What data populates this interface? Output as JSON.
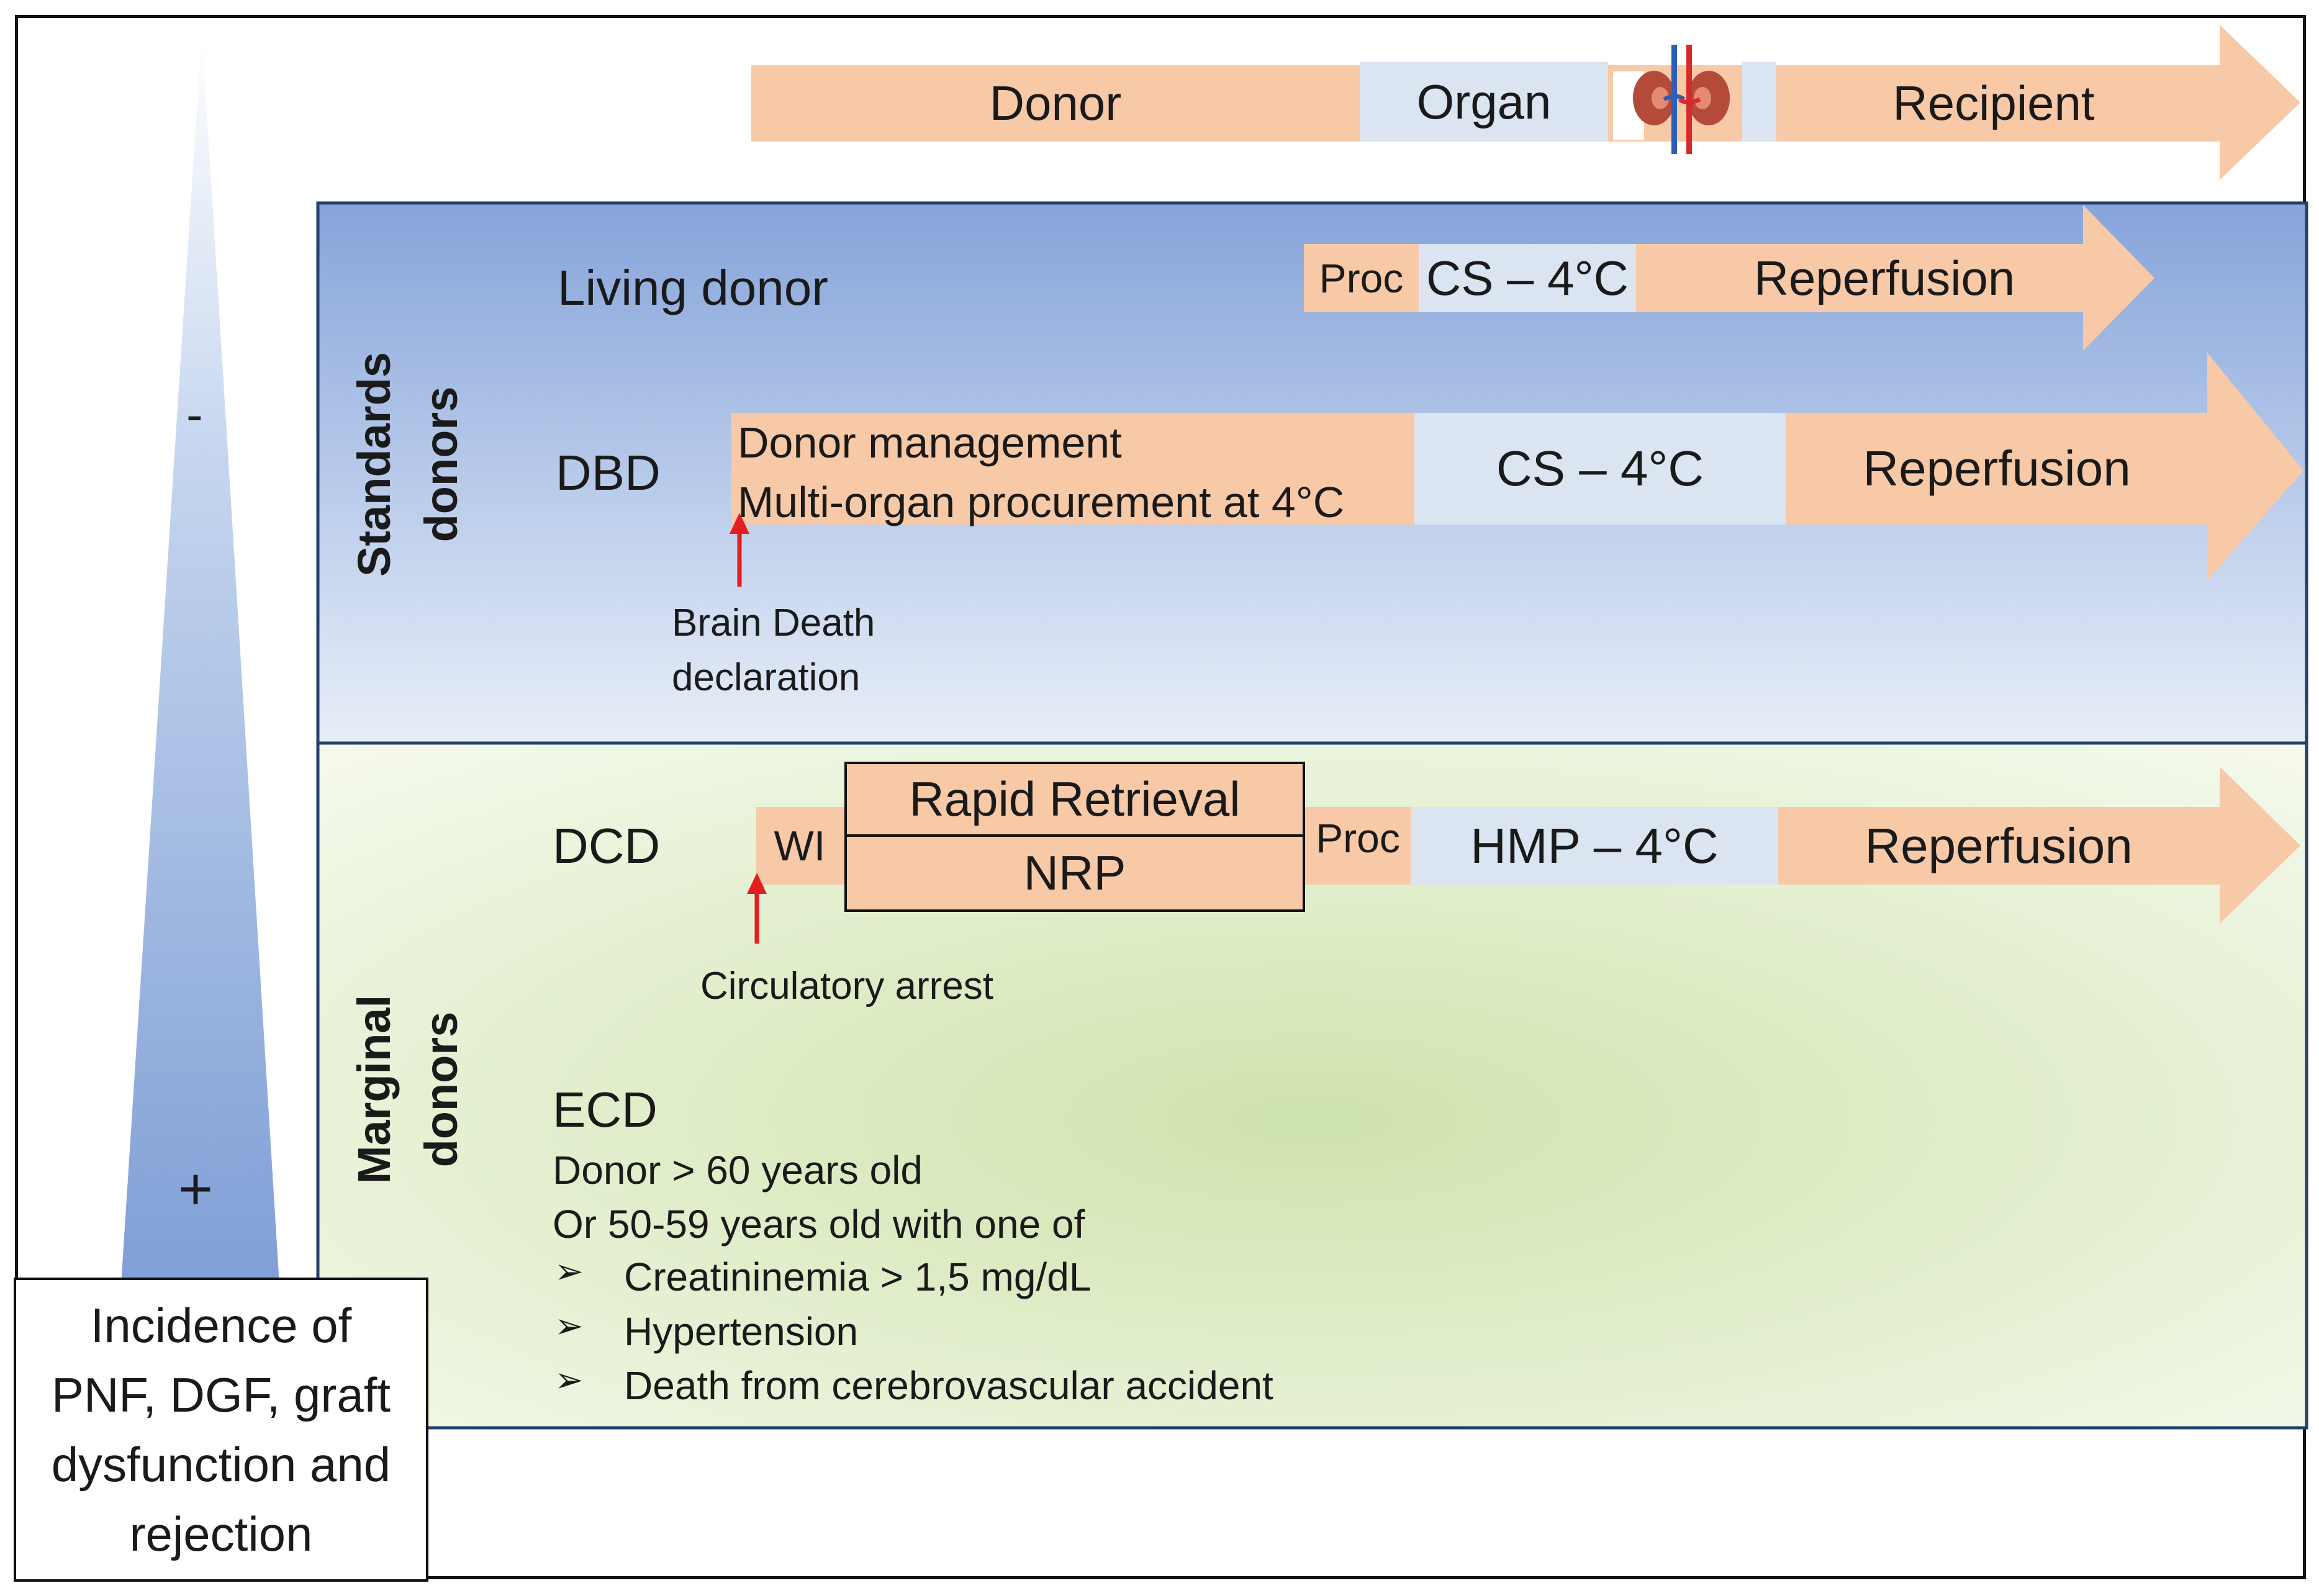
{
  "flow_header": {
    "donor": "Donor",
    "organ": "Organ",
    "recipient": "Recipient"
  },
  "incidence_axis": {
    "minus_sign": "-",
    "plus_sign": "+",
    "label": "Incidence of PNF, DGF, graft dysfunction and rejection",
    "label_lines": [
      "Incidence of",
      "PNF, DGF, graft",
      "dysfunction and",
      "rejection"
    ]
  },
  "standard_donors": {
    "section_label_lines": [
      "Standards",
      "donors"
    ],
    "living_donor": {
      "label": "Living donor",
      "proc": "Proc",
      "storage": "CS – 4°C",
      "reperfusion": "Reperfusion"
    },
    "dbd": {
      "label": "DBD",
      "management_lines": [
        "Donor management",
        "Multi-organ procurement at 4°C"
      ],
      "storage": "CS – 4°C",
      "reperfusion": "Reperfusion",
      "event_lines": [
        "Brain Death",
        "declaration"
      ]
    }
  },
  "marginal_donors": {
    "section_label_lines": [
      "Marginal",
      "donors"
    ],
    "dcd": {
      "label": "DCD",
      "warm_ischemia": "WI",
      "rapid_retrieval": "Rapid Retrieval",
      "nrp": "NRP",
      "proc": "Proc",
      "storage": "HMP – 4°C",
      "reperfusion": "Reperfusion",
      "event": "Circulatory arrest"
    },
    "ecd": {
      "title": "ECD",
      "criteria_lines": [
        "Donor > 60 years old",
        "Or 50-59 years old with one of"
      ],
      "bullet_glyph": "➢",
      "bullets": [
        "Creatininemia > 1,5 mg/dL",
        "Hypertension",
        "Death from cerebrovascular accident"
      ]
    }
  },
  "colors": {
    "arrow_peach": "#f8c9a7",
    "storage_blue": "#dbe5f1",
    "standard_panel_top": "#8aa8dc",
    "marginal_panel_center": "#d3e6b3",
    "event_arrow_red": "#e41e1e",
    "axis_triangle_base": "#7f9fd6"
  },
  "icons": [
    "kidney-icon",
    "red-up-arrow-icon"
  ]
}
